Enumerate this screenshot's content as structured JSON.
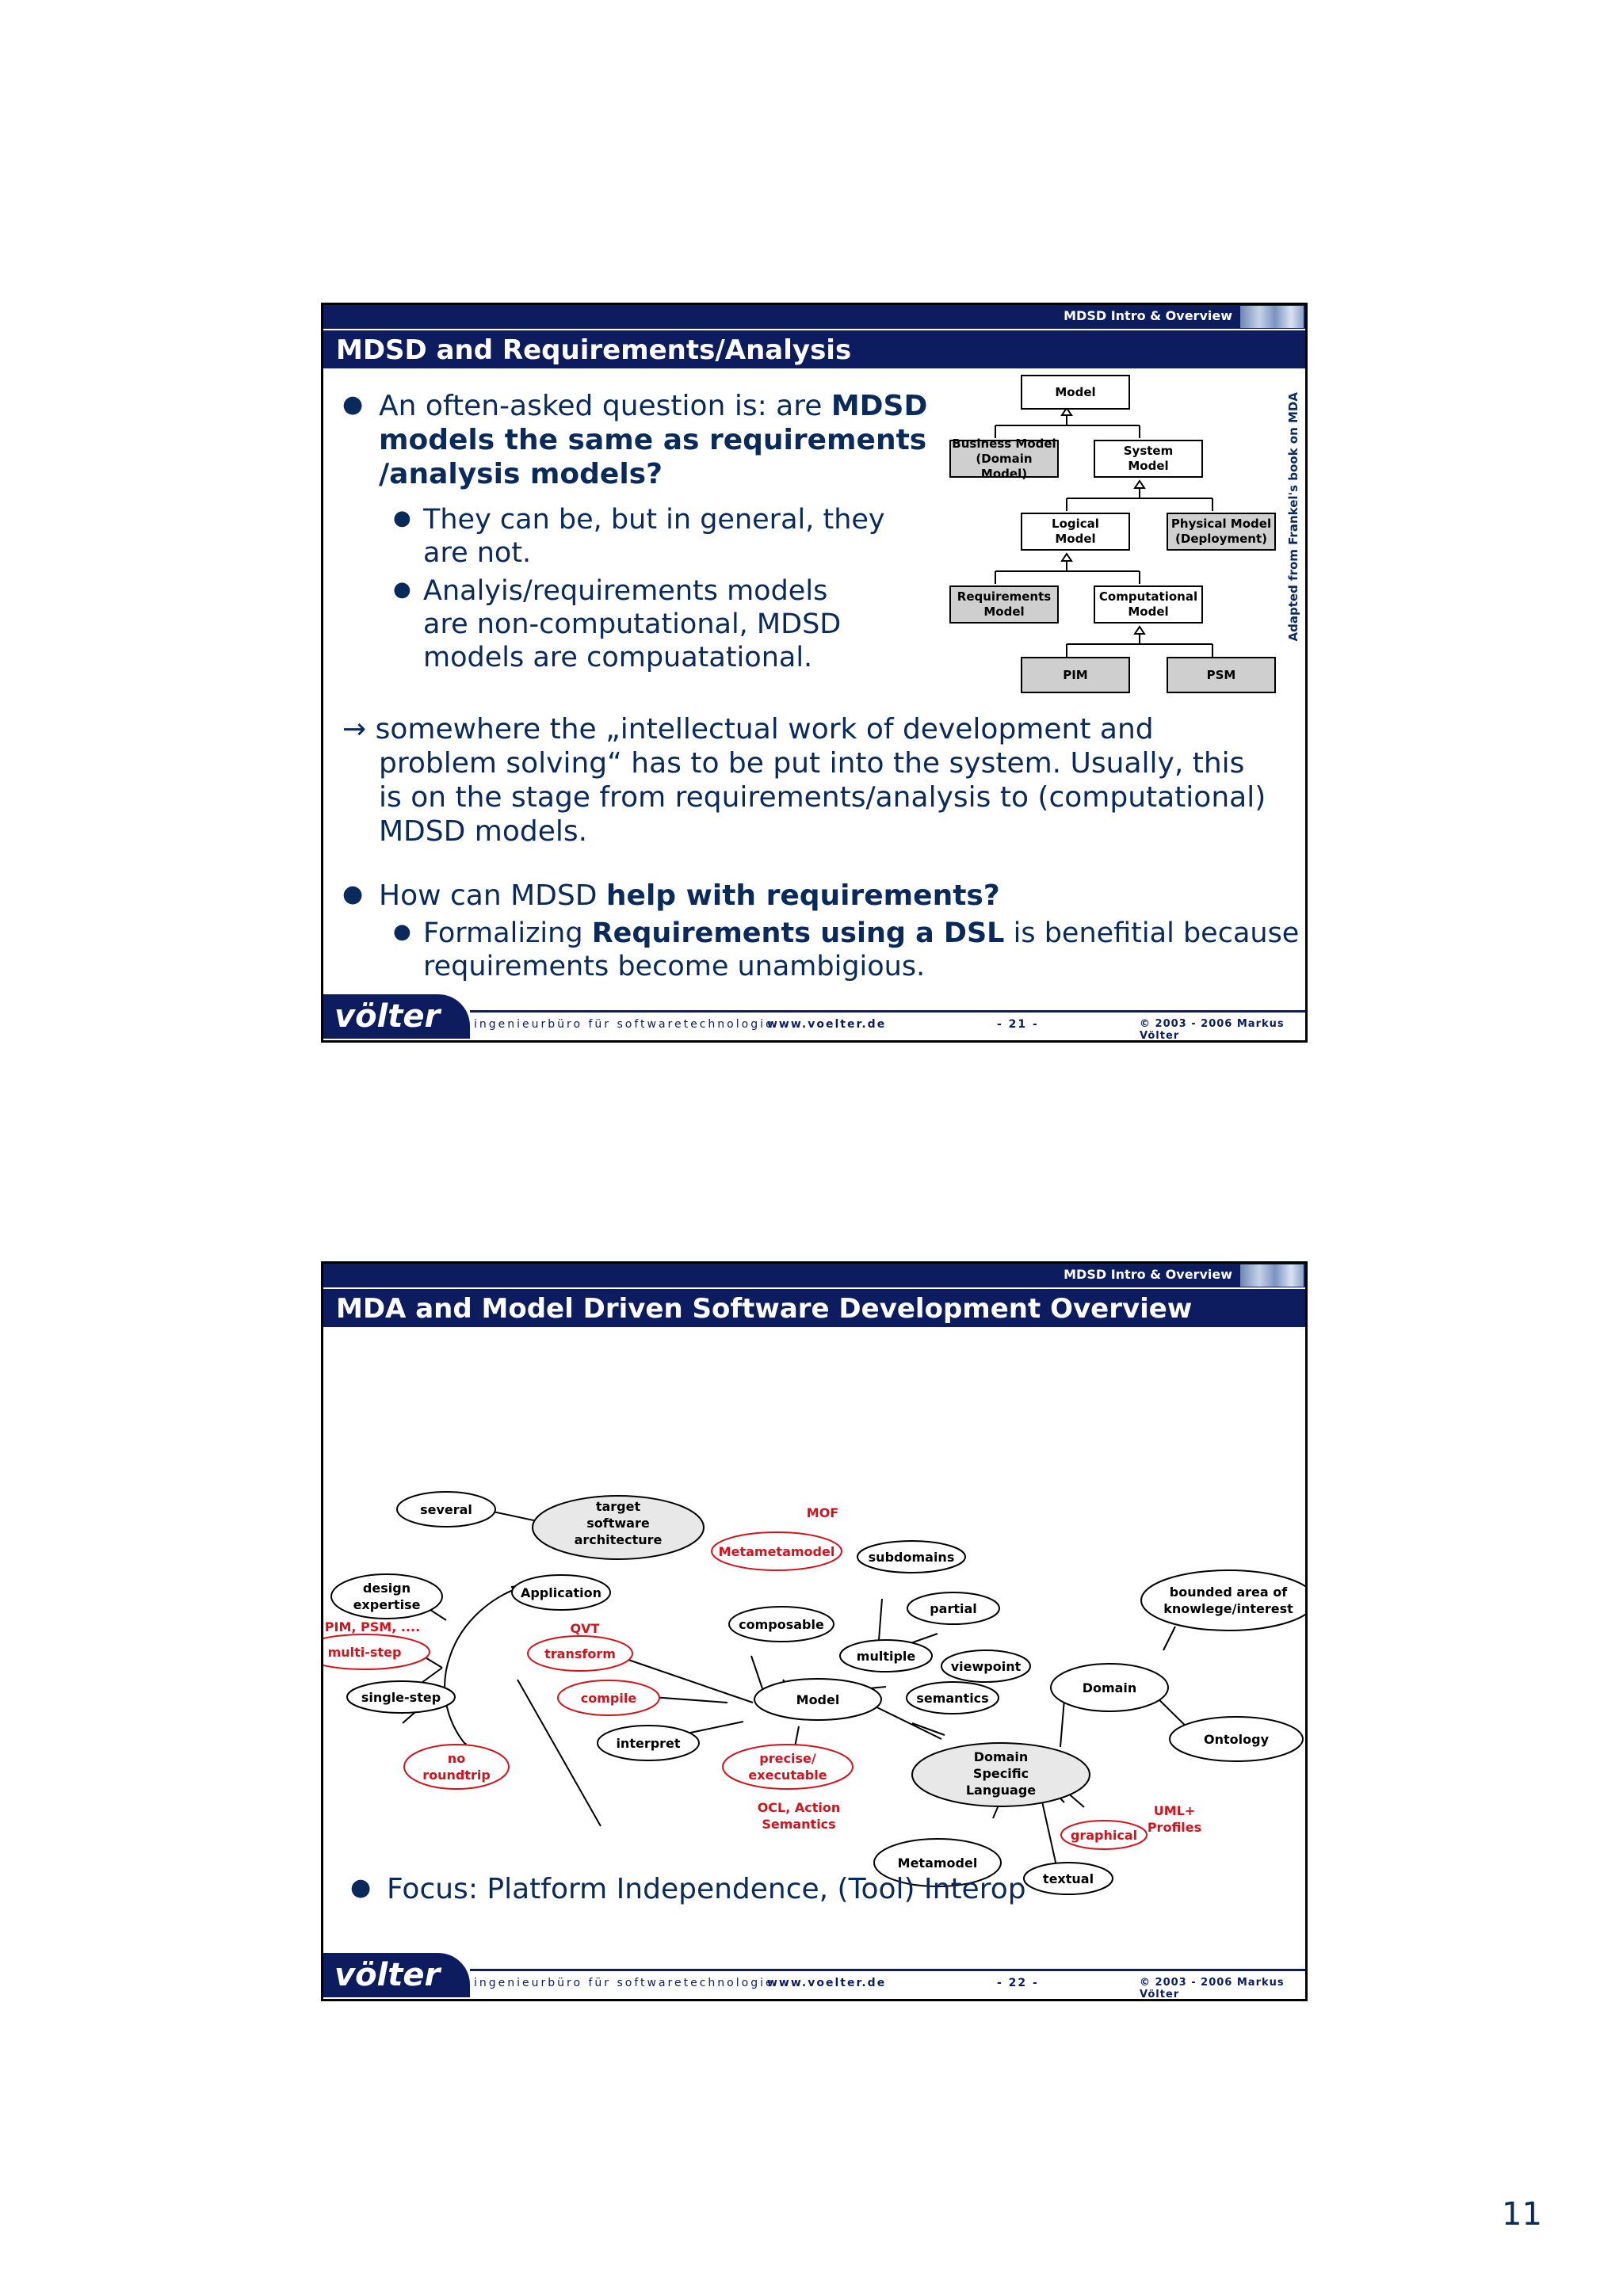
{
  "slide1": {
    "header_tag": "MDSD Intro & Overview",
    "title": "MDSD and Requirements/Analysis",
    "b1_pre": "An often-asked question is: are ",
    "b1_bold1": "MDSD",
    "b1_bold2": "models the same as requirements",
    "b1_bold3": "/analysis models?",
    "sub1_l1": "They can be, but in general, they",
    "sub1_l2": "are not.",
    "sub2_l1": "Analyis/requirements models",
    "sub2_l2": "are non-computational, MDSD",
    "sub2_l3": "models are compuatational.",
    "arrow_l1": "→ somewhere the „intellectual work of development and",
    "arrow_l2": "problem solving“ has to be put into the system. Usually, this",
    "arrow_l3": "is on the stage from requirements/analysis to (computational)",
    "arrow_l4": "MDSD models.",
    "b2_pre": "How can MDSD ",
    "b2_bold": "help with requirements?",
    "sub3_pre": "Formalizing ",
    "sub3_bold": "Requirements using a DSL",
    "sub3_post": " is benefitial because",
    "sub3_l2": "requirements become unambigious.",
    "diagram": {
      "model": "Model",
      "business_l1": "Business Model",
      "business_l2": "(Domain Model)",
      "system_l1": "System",
      "system_l2": "Model",
      "logical_l1": "Logical",
      "logical_l2": "Model",
      "physical_l1": "Physical Model",
      "physical_l2": "(Deployment)",
      "req_l1": "Requirements",
      "req_l2": "Model",
      "comp_l1": "Computational",
      "comp_l2": "Model",
      "pim": "PIM",
      "psm": "PSM",
      "side_note": "Adapted from Frankel's book on MDA"
    },
    "footer": {
      "logo": "völter",
      "tagline": "ingenieurbüro für softwaretechnologie",
      "url": "www.voelter.de",
      "page": "- 21 -",
      "copyright": "© 2003 - 2006  Markus Völter"
    }
  },
  "slide2": {
    "header_tag": "MDSD Intro & Overview",
    "title": "MDA and Model Driven Software Development Overview",
    "mindmap": {
      "several": "several",
      "target_l1": "target",
      "target_l2": "software",
      "target_l3": "architecture",
      "mof": "MOF",
      "metametamodel": "Metametamodel",
      "subdomains": "subdomains",
      "design_l1": "design",
      "design_l2": "expertise",
      "application": "Application",
      "partial": "partial",
      "composable": "composable",
      "bounded_l1": "bounded area of",
      "bounded_l2": "knowlege/interest",
      "pim_psm": "PIM, PSM, ....",
      "qvt": "QVT",
      "multistep": "multi-step",
      "transform": "transform",
      "multiple": "multiple",
      "viewpoint": "viewpoint",
      "domain": "Domain",
      "singlestep": "single-step",
      "compile": "compile",
      "model": "Model",
      "semantics": "semantics",
      "ontology": "Ontology",
      "interpret": "interpret",
      "no_l1": "no",
      "no_l2": "roundtrip",
      "precise_l1": "precise/",
      "precise_l2": "executable",
      "dsl_l1": "Domain",
      "dsl_l2": "Specific",
      "dsl_l3": "Language",
      "ocl_l1": "OCL, Action",
      "ocl_l2": "Semantics",
      "uml_l1": "UML+",
      "uml_l2": "Profiles",
      "graphical": "graphical",
      "metamodel": "Metamodel",
      "textual": "textual"
    },
    "bullet": "Focus: Platform Independence, (Tool) Interop",
    "footer": {
      "logo": "völter",
      "tagline": "ingenieurbüro für softwaretechnologie",
      "url": "www.voelter.de",
      "page": "- 22 -",
      "copyright": "© 2003 - 2006  Markus Völter"
    }
  },
  "page_number": "11",
  "colors": {
    "navy": "#0c1c5e",
    "text": "#0b2a5c",
    "red": "#d0141e",
    "gray": "#cfcfcf"
  }
}
